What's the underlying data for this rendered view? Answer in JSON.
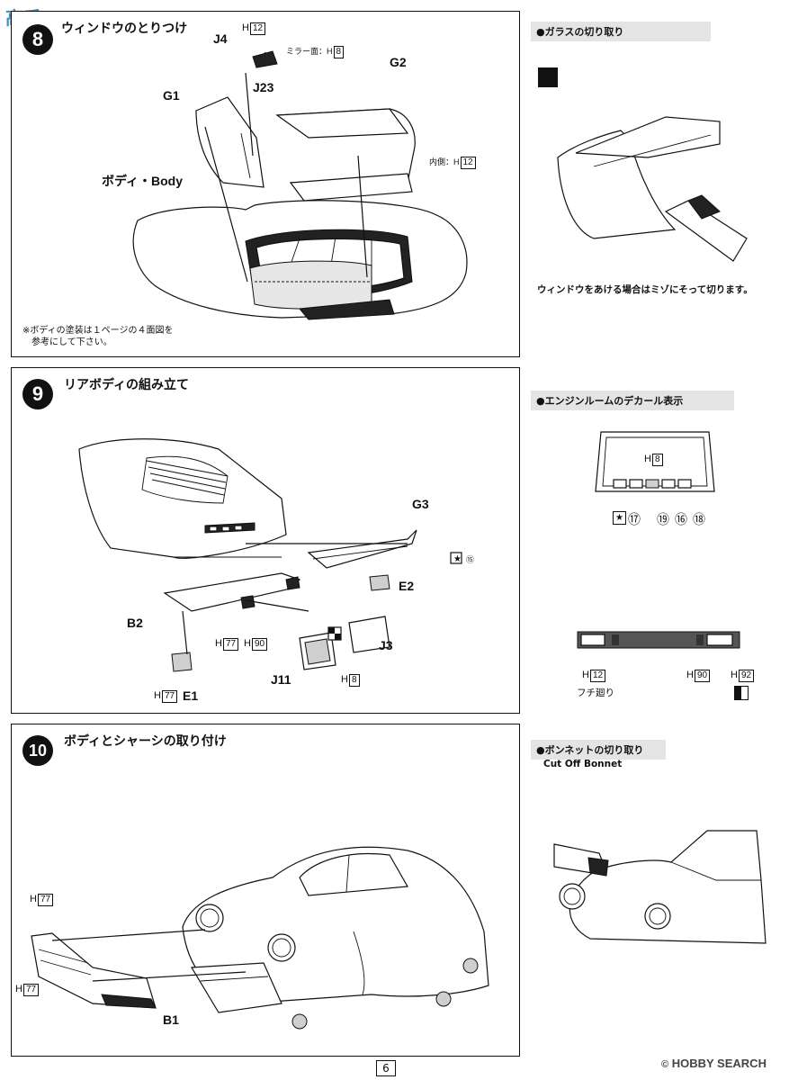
{
  "watermark_top": "高手",
  "steps": {
    "s8": {
      "title": "ウィンドウのとりつけ"
    },
    "s9": {
      "number": "9",
      "title": "リアボディの組み立て"
    },
    "s10": {
      "number": "10",
      "title": "ボディとシャーシの取り付け"
    }
  },
  "s8": {
    "J4": "J4",
    "J23": "J23",
    "G1": "G1",
    "G2": "G2",
    "body": "ボディ・Body",
    "H12_top": "H",
    "H12_top_box": "12",
    "mirror": "ミラー面：H",
    "mirror_box": "8",
    "inner": "内側：H",
    "inner_box": "12",
    "note_line1": "※ボディの塗装は１ページの４面図を",
    "note_line2": "参考にして下さい。"
  },
  "s9": {
    "G3": "G3",
    "E2": "E2",
    "B2": "B2",
    "J3": "J3",
    "J11": "J11",
    "E1": "E1",
    "star15": "⑮",
    "H77a": "H",
    "H77a_box": "77",
    "H90": "H",
    "H90_box": "90",
    "H8": "H",
    "H8_box": "8",
    "H77b": "H",
    "H77b_box": "77"
  },
  "s10": {
    "H77c": "H",
    "H77c_box": "77",
    "H77d": "H",
    "H77d_box": "77",
    "B1": "B1"
  },
  "side": {
    "glass_head": "●ガラスの切り取り",
    "glass_text": "ウィンドウをあける場合はミゾにそって切ります。",
    "engine_head": "●エンジンルームのデカール表示",
    "engine_H8": "H",
    "engine_H8_box": "8",
    "decal_17": "⑰",
    "decal_19": "⑲",
    "decal_16": "⑯",
    "decal_18": "⑱",
    "strip_H12": "H",
    "strip_H12_box": "12",
    "strip_H90": "H",
    "strip_H90_box": "90",
    "strip_H92": "H",
    "strip_H92_box": "92",
    "strip_fuchi": "フチ廻り",
    "bonnet_head": "●ボンネットの切り取り",
    "bonnet_sub": "Cut Off Bonnet"
  },
  "footer": {
    "page": "6",
    "brand": "HOBBY SEARCH"
  }
}
